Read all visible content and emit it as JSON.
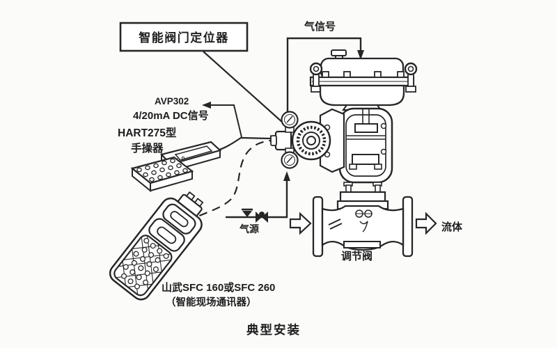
{
  "page": {
    "background": "#fbfbfa",
    "ink": "#262626"
  },
  "diagram": {
    "caption": {
      "text": "典型安装",
      "color": "#c43a2f"
    },
    "positioner_callout": {
      "label": "智能阀门定位器"
    },
    "signal_labels": {
      "model": "AVP302",
      "signal": "4/20mA DC信号"
    },
    "hart_device": {
      "line1": "HART275型",
      "line2": "手操器"
    },
    "sfc_device": {
      "line1": "山武SFC 160或SFC 260",
      "line2": "（智能现场通讯器）"
    },
    "pneumatics": {
      "air_signal": "气信号",
      "air_supply": "气源"
    },
    "valve": {
      "flow": "流体",
      "name": "调节阀"
    }
  }
}
